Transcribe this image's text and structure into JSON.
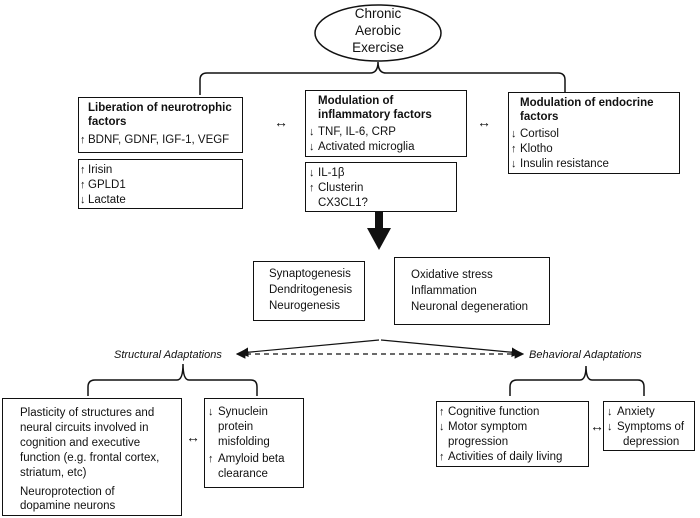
{
  "top": {
    "title_lines": [
      "Chronic",
      "Aerobic",
      "Exercise"
    ]
  },
  "neuro": {
    "title_lines": [
      "Liberation of neurotrophic",
      "factors"
    ],
    "line": "BDNF, GDNF, IGF-1, VEGF",
    "items": [
      "Irisin",
      "GPLD1",
      "Lactate"
    ]
  },
  "inflam": {
    "title_lines": [
      "Modulation of",
      "inflammatory factors"
    ],
    "lines": [
      "TNF, IL-6, CRP",
      "Activated microglia"
    ],
    "items": [
      "IL-1β",
      "Clusterin",
      "CX3CL1?"
    ]
  },
  "endo": {
    "title_lines": [
      "Modulation of endocrine",
      "factors"
    ],
    "items": [
      "Cortisol",
      "Klotho",
      "Insulin resistance"
    ]
  },
  "up_box": {
    "items": [
      "Synaptogenesis",
      "Dendritogenesis",
      "Neurogenesis"
    ]
  },
  "down_box": {
    "items": [
      "Oxidative stress",
      "Inflammation",
      "Neuronal degeneration"
    ]
  },
  "structural": {
    "label": "Structural Adaptations",
    "plasticity_lines": [
      "Plasticity of structures and",
      "neural circuits involved in",
      "cognition and executive",
      "function (e.g. frontal cortex,",
      "striatum, etc)"
    ],
    "neuroprotection_lines": [
      "Neuroprotection of",
      "dopamine neurons"
    ],
    "synuclein_lines": [
      "Synuclein",
      "protein",
      "misfolding"
    ],
    "amyloid_lines": [
      "Amyloid beta",
      "clearance"
    ]
  },
  "behavioral": {
    "label": "Behavioral Adaptations",
    "items": [
      "Cognitive function",
      "Motor symptom",
      "progression",
      "Activities of daily living"
    ],
    "items2": [
      "Anxiety",
      "Symptoms of",
      "depression"
    ]
  },
  "symbols": {
    "up": "↑",
    "down": "↓",
    "double": "↔"
  }
}
